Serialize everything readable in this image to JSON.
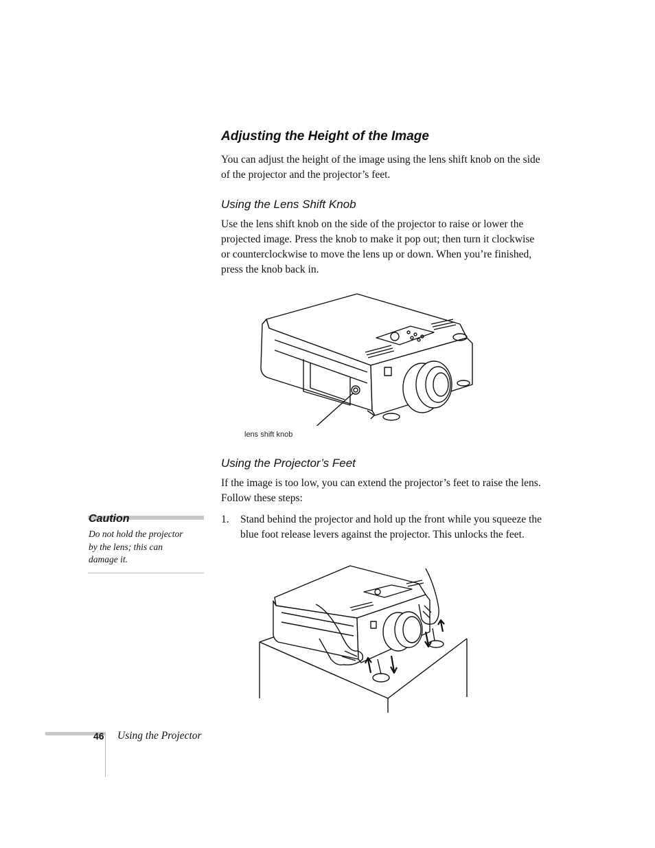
{
  "section": {
    "title": "Adjusting the Height of the Image",
    "intro": "You can adjust the height of the image using the lens shift knob on the side of the projector and the projector’s feet."
  },
  "lens_shift": {
    "heading": "Using the Lens Shift Knob",
    "body": "Use the lens shift knob on the side of the projector to raise or lower the projected image. Press the knob to make it pop out; then turn it clockwise or counterclockwise to move the lens up or down. When you’re finished, press the knob back in.",
    "figure_caption": "lens shift knob"
  },
  "feet": {
    "heading": "Using the Projector’s Feet",
    "body": "If the image is too low, you can extend the projector’s feet to raise the lens. Follow these steps:",
    "steps": [
      {
        "number": "1.",
        "text": "Stand behind the projector and hold up the front while you squeeze the blue foot release levers against the projector. This unlocks the feet."
      }
    ]
  },
  "caution": {
    "title": "Caution",
    "text": "Do not hold the projector by the lens; this can damage it."
  },
  "footer": {
    "page_number": "46",
    "chapter": "Using the Projector"
  }
}
